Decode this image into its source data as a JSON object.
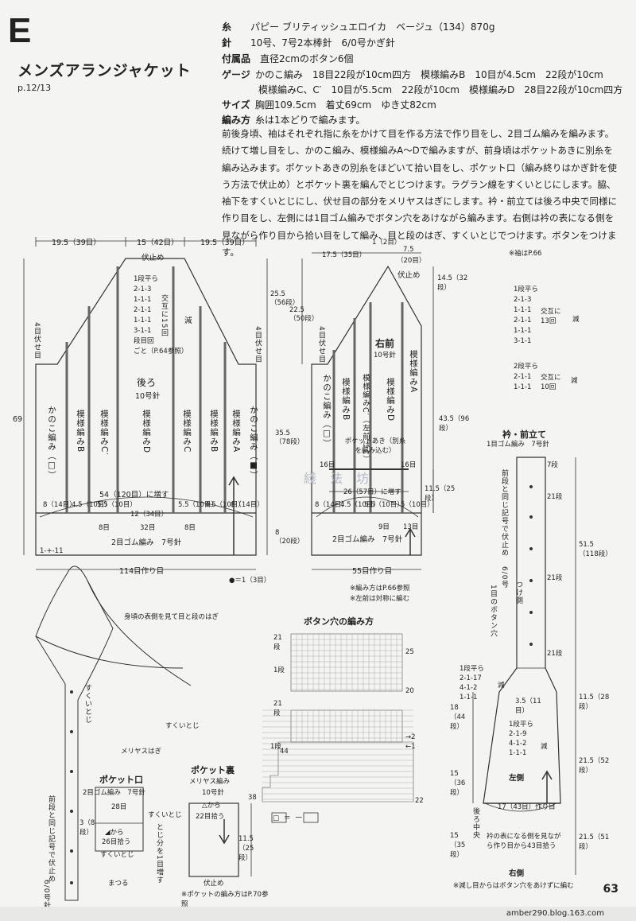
{
  "header": {
    "letter": "E",
    "title": "メンズアランジャケット",
    "page_ref": "p.12/13"
  },
  "specs": [
    {
      "key": "糸",
      "value": "パピー ブリティッシュエロイカ　ベージュ（134）870g"
    },
    {
      "key": "針",
      "value": "10号、7号2本棒針　6/0号かぎ針"
    },
    {
      "key": "付属品",
      "value": "直径2cmのボタン6個"
    },
    {
      "key": "ゲージ",
      "value": "かのこ編み　18目22段が10cm四方　模様編みB　10目が4.5cm　22段が10cm"
    },
    {
      "key": "",
      "value": "模様編みC、C′　10目が5.5cm　22段が10cm　模様編みD　28目22段が10cm四方"
    },
    {
      "key": "サイズ",
      "value": "胸囲109.5cm　着丈69cm　ゆき丈82cm"
    },
    {
      "key": "編み方",
      "value": "糸は1本どりで編みます。"
    }
  ],
  "instructions": "前後身頃、袖はそれぞれ指に糸をかけて目を作る方法で作り目をし、2目ゴム編みを編みます。続けて増し目をし、かのこ編み、模様編みA〜Dで編みますが、前身頃はポケットあきに別糸を編み込みます。ポケットあきの別糸をほどいて拾い目をし、ポケット口（編み終りはかぎ針を使う方法で伏止め）とポケット裏を編んでとじつけます。ラグラン線をすくいとじにします。脇、袖下をすくいとじにし、伏せ目の部分をメリヤスはぎにします。衿・前立ては後ろ中央で同様に作り目をし、左側には1目ゴム編みでボタン穴をあけながら編みます。右側は衿の表になる側を見ながら作り目から拾い目をして編み、目と段のはぎ、すくいとじでつけます。ボタンをつけます。",
  "back": {
    "top_dims": [
      "19.5（39目）",
      "15（42目）",
      "19.5（39目）"
    ],
    "bind_off": "伏止め",
    "title": "後ろ",
    "needle": "10号針",
    "dec_table": [
      "1段平ら",
      "2-1-3",
      "1-1-1",
      "2-1-1",
      "1-1-1",
      "3-1-1",
      "段目回"
    ],
    "dec_note": "交互に15回",
    "dec_label": "減",
    "ref": "ごと（P.64参照）",
    "side_bind": "4目伏せ目",
    "height": "69",
    "side_h1": "25.5",
    "side_h1b": "（56段）",
    "side_h2": "22.5",
    "side_h2b": "（50段）",
    "side_h3": "35.5",
    "side_h3b": "（78段）",
    "side_h4": "8",
    "side_h4b": "（20段）",
    "patterns": [
      "かのこ編み（□）",
      "模様編みB",
      "模様編みC′",
      "模様編みD",
      "模様編みC",
      "模様編みB",
      "模様編みA",
      "かのこ編み（■）"
    ],
    "inc_note": "54（120目）に増す",
    "bottom_dims": [
      "8（14目）",
      "4.5（10目）",
      "5.5（10目）",
      "12（34目）",
      "5.5（10目）",
      "4.5（10目）",
      "8（14目）"
    ],
    "bottom_dims2": [
      "8目",
      "32目",
      "8目"
    ],
    "rib": "2目ゴム編み　7号針",
    "cast_on": "114目作り目",
    "stitch": "1-+-11"
  },
  "front": {
    "top_dims": [
      "1（2目）",
      "7.5",
      "（20目）",
      "17.5（35目）"
    ],
    "bind_off": "伏止め",
    "title": "右前",
    "needle": "10号針",
    "patterns": [
      "かのこ編み（□）",
      "模様編みB",
      "模様編みC′（左前はC）",
      "模様編みD",
      "模様編みA"
    ],
    "pocket": "ポケットあき（別糸を編み込む）",
    "pocket_inc": "26（57目）に増す",
    "bottom_dims": [
      "8（14目）",
      "4.5（10目）",
      "5.5（10目）",
      "5（10目）"
    ],
    "bottom_small": [
      "9目",
      "13目",
      "16目",
      "16目"
    ],
    "rib": "2目ゴム編み　7号針",
    "cast_on": "55目作り目",
    "heights": [
      "14.5（32段）",
      "43.5（96段）",
      "11.5（25段）"
    ],
    "side": "4目伏せ目",
    "notes": [
      "※編み方はP.66参照",
      "※左前は対称に編む"
    ],
    "dot_note": "●＝1（3目）"
  },
  "sleeve_note": "※袖はP.66",
  "star_table": {
    "rows": [
      "1段平ら",
      "2-1-3",
      "1-1-1",
      "2-1-1",
      "1-1-1",
      "3-1-1"
    ],
    "note": "交互に13回",
    "label": "減"
  },
  "triangle_table": {
    "rows": [
      "2段平ら",
      "2-1-1",
      "1-1-1"
    ],
    "note": "交互に10回",
    "label": "減"
  },
  "collar": {
    "title": "衿・前立て",
    "sub": "1目ゴム編み　7号針",
    "side_note": "前段と同じ記号で伏止め",
    "row_label": "7段",
    "holes": "21段",
    "hook": "6/0号",
    "attach": "つけ側",
    "btn": "1目のボタン穴",
    "length": "51.5（118段）",
    "seg1": "11.5（28段）",
    "seg2": "21.5（52段）",
    "seg3": "21.5（51段）",
    "dec1": [
      "1段平ら",
      "2-1-17",
      "4-1-2",
      "1-1-1"
    ],
    "dec2": [
      "1段平ら",
      "2-1-9",
      "4-1-2",
      "1-1-1"
    ],
    "dec_label": "減",
    "w1": "3.5（11目）",
    "h1": "18（44段）",
    "h2": "15（36段）",
    "h3": "15（35段）",
    "left": "左側",
    "cast": "17（43目）作り目",
    "center": "後ろ中央",
    "pickup": "衿の表になる側を見ながら作り目から43目拾う",
    "right": "右側",
    "footnote": "※減し目からはボタン穴をあけずに編む"
  },
  "buttonhole": {
    "title": "ボタン穴の編み方",
    "rows_top": [
      "21段",
      "1段"
    ],
    "nums_top": [
      "25",
      "20"
    ],
    "rows_bot": [
      "21段",
      "1段"
    ],
    "nums_bot": [
      "44",
      "38"
    ],
    "right_nums": [
      "22"
    ],
    "arrows": [
      "→2",
      "←1"
    ],
    "key": "□＝一"
  },
  "assembly": {
    "note1": "身頃の表側を見て目と段のはぎ",
    "sukui": "すくいとじ",
    "sukui2": "すくいとじ",
    "meriyasu": "メリヤスはぎ",
    "pocket_mouth": "ポケット口",
    "pocket_mouth_sub": "2目ゴム編み　7号針",
    "count": "28目",
    "pm_left": "3（8段）",
    "pm_pick": "26目拾う",
    "pm_from": "◢から",
    "pm_right": "すくいとじ",
    "pm_inc": "とじ分を1目増す",
    "pm_bottom": "すくいとじ",
    "pm_stitch": "まつる",
    "side": "前段と同じ記号で伏止め",
    "hook": "6/0号針"
  },
  "pocket_lining": {
    "title": "ポケット裏",
    "sub1": "メリヤス編み",
    "sub2": "10号針",
    "from": "△から",
    "pick": "22目拾う",
    "height": "11.5（25段）",
    "bind": "伏止め",
    "note": "※ポケットの編み方はP.70参照"
  },
  "page_number": "63",
  "footer_url": "amber290.blog.163.com",
  "watermark": "綫 法 坊"
}
